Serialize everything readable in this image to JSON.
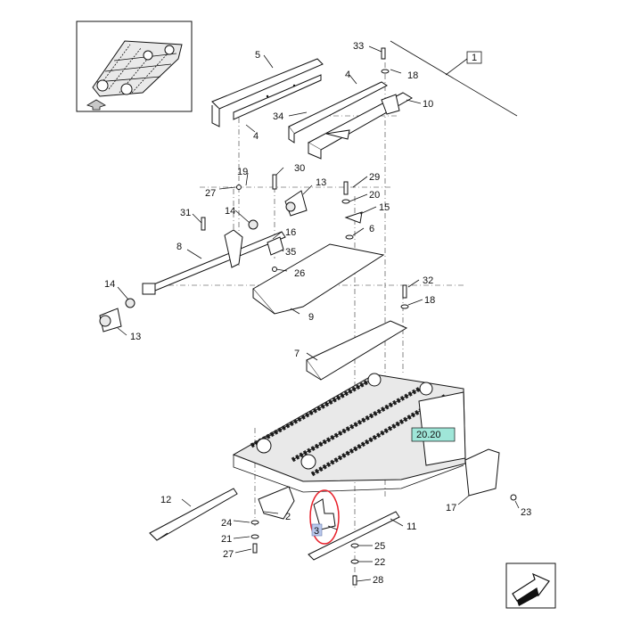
{
  "diagram": {
    "callouts": {
      "c1": "1",
      "c2": "2",
      "c3": "3",
      "c4a": "4",
      "c4b": "4",
      "c5": "5",
      "c6": "6",
      "c7": "7",
      "c8": "8",
      "c9": "9",
      "c10": "10",
      "c11": "11",
      "c12": "12",
      "c13a": "13",
      "c13b": "13",
      "c14a": "14",
      "c14b": "14",
      "c15": "15",
      "c16": "16",
      "c17": "17",
      "c18a": "18",
      "c18b": "18",
      "c19": "19",
      "c20": "20",
      "c21": "21",
      "c22": "22",
      "c23": "23",
      "c24": "24",
      "c25": "25",
      "c26": "26",
      "c27a": "27",
      "c27b": "27",
      "c28": "28",
      "c29": "29",
      "c30": "30",
      "c31": "31",
      "c32": "32",
      "c33": "33",
      "c34": "34",
      "c35": "35"
    },
    "reference_tag": "20.20",
    "highlighted_part": "3",
    "colors": {
      "highlight_ring": "#e8202a",
      "highlight_box": "#b9c8ec",
      "reference_tag_fill": "#9fe6d8",
      "line": "#111111"
    },
    "icons": [
      "overview-thumbnail-icon",
      "next-page-arrow-icon"
    ]
  }
}
